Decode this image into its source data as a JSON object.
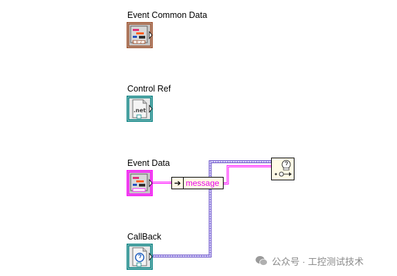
{
  "terminals": {
    "event_common_data": {
      "label": "Event Common Data",
      "icon": "cluster-icon",
      "color": "#a0522d"
    },
    "control_ref": {
      "label": "Control Ref",
      "icon": "refnum-icon",
      "icon_text": ".net",
      "color": "#008080"
    },
    "event_data": {
      "label": "Event Data",
      "icon": "cluster-icon",
      "color": "#ff00ff"
    },
    "callback": {
      "label": "CallBack",
      "icon": "callback-refnum-icon",
      "color": "#008080"
    }
  },
  "unbundle_by_name": {
    "field": "message"
  },
  "callback_node": {
    "icon": "register-callback-icon"
  },
  "wire_colors": {
    "cluster": "#ff00ff",
    "refnum": "#5a3fc0",
    "refnum_inner": "#7b68ee"
  },
  "watermark": {
    "text": "公众号 · 工控测试技术"
  }
}
